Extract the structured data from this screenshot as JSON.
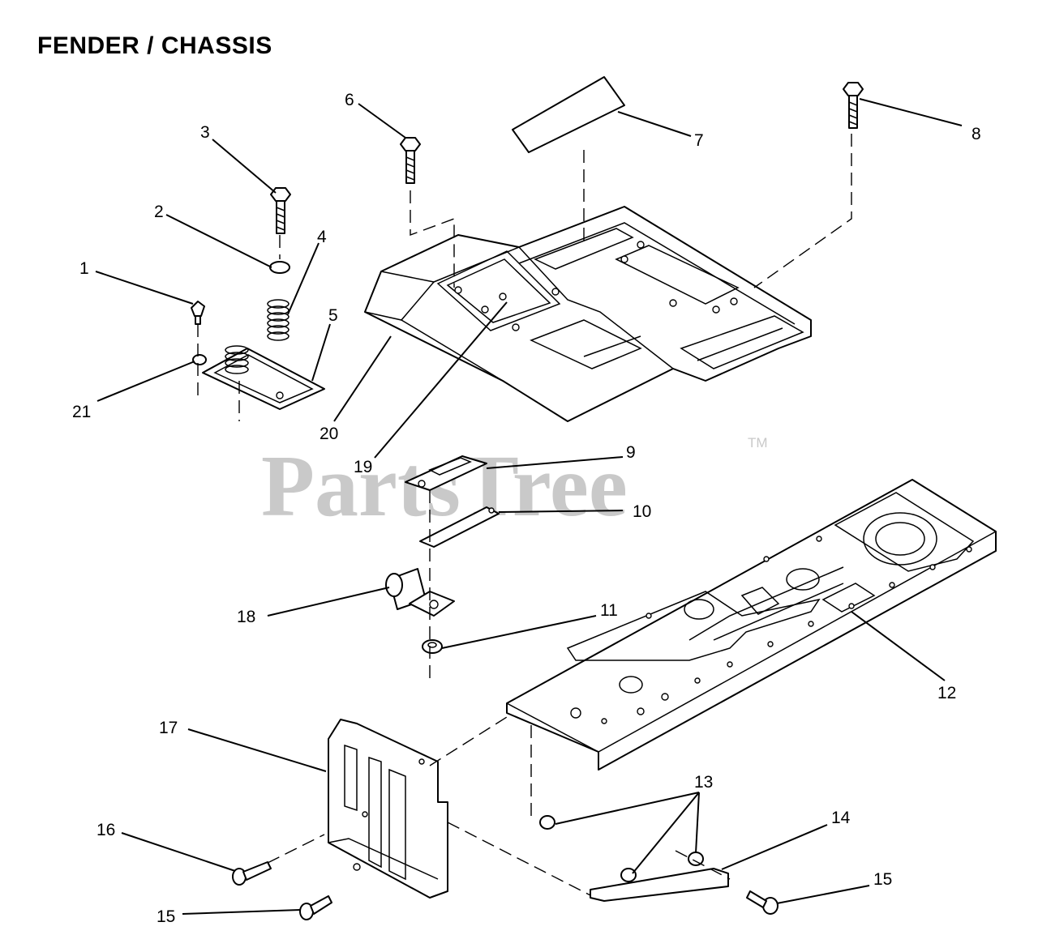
{
  "title": "FENDER / CHASSIS",
  "watermark": {
    "text": "PartsTree",
    "trademark": "TM"
  },
  "callouts": [
    "1",
    "2",
    "3",
    "4",
    "5",
    "6",
    "7",
    "8",
    "9",
    "10",
    "11",
    "12",
    "13",
    "14",
    "15",
    "15",
    "16",
    "17",
    "18",
    "19",
    "20",
    "21"
  ],
  "colors": {
    "line": "#000000",
    "background": "#ffffff",
    "watermark": "#c9c9c9"
  }
}
